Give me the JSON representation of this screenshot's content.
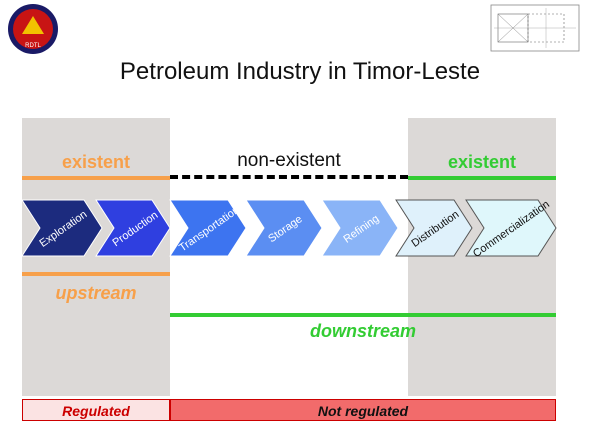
{
  "title": "Petroleum Industry in Timor-Leste",
  "status_labels": {
    "left": "existent",
    "middle": "non-existent",
    "right": "existent"
  },
  "stages": [
    {
      "label": "Exploration",
      "color": "#1c2b7e"
    },
    {
      "label": "Production",
      "color": "#2f3fe0"
    },
    {
      "label": "Transportation",
      "color": "#3d74f0"
    },
    {
      "label": "Storage",
      "color": "#5b8ef2"
    },
    {
      "label": "Refining",
      "color": "#8ab4f7"
    },
    {
      "label": "Distribution",
      "color": "#dff1fb"
    },
    {
      "label": "Commercialization",
      "color": "#dff7fb"
    }
  ],
  "segments": {
    "upstream": "upstream",
    "downstream": "downstream"
  },
  "regulation": {
    "regulated": "Regulated",
    "not_regulated": "Not regulated"
  },
  "colors": {
    "orange": "#f7a04a",
    "green": "#33cc33",
    "black": "#000000",
    "band": "#dcd9d7",
    "regulated_bg": "#fbe3e3",
    "not_regulated_bg": "#f26b6b",
    "box_border": "#cc0000"
  },
  "logo_left_text": "RDTL"
}
